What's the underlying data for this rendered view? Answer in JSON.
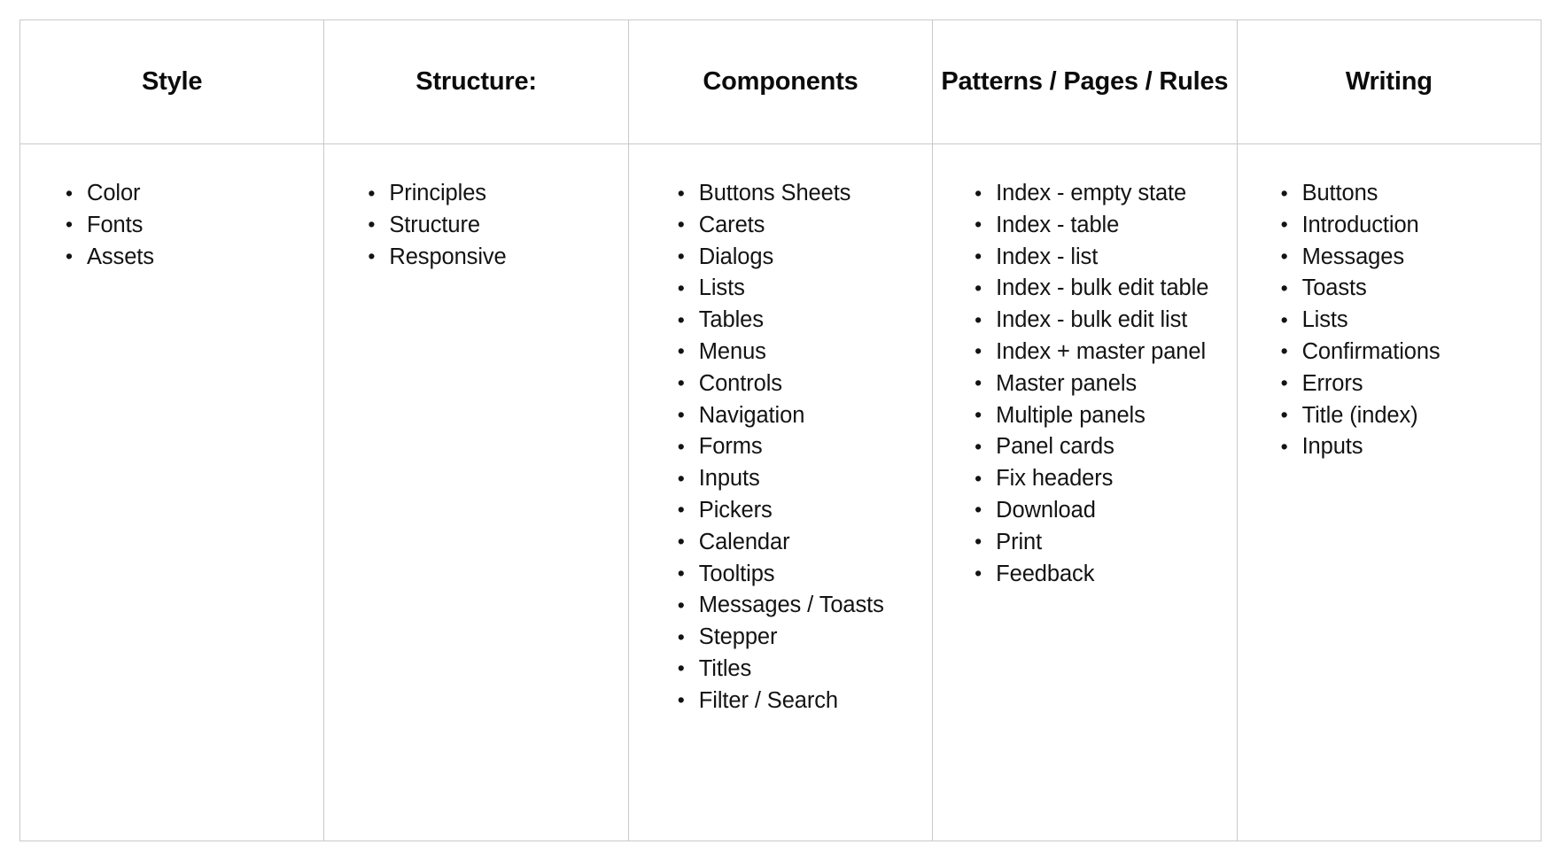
{
  "table": {
    "columns": [
      {
        "key": "style",
        "header": "Style",
        "items": [
          "Color",
          "Fonts",
          "Assets"
        ]
      },
      {
        "key": "structure",
        "header": "Structure:",
        "items": [
          "Principles",
          "Structure",
          "Responsive"
        ]
      },
      {
        "key": "components",
        "header": "Components",
        "items": [
          "Buttons Sheets",
          "Carets",
          "Dialogs",
          "Lists",
          "Tables",
          "Menus",
          "Controls",
          "Navigation",
          "Forms",
          "Inputs",
          "Pickers",
          "Calendar",
          "Tooltips",
          "Messages / Toasts",
          "Stepper",
          "Titles",
          "Filter / Search"
        ]
      },
      {
        "key": "patterns",
        "header": "Patterns / Pages / Rules",
        "items": [
          "Index - empty state",
          "Index - table",
          "Index - list",
          "Index - bulk edit table",
          "Index - bulk edit list",
          "Index + master panel",
          "Master panels",
          "Multiple panels",
          "Panel cards",
          "Fix headers",
          "Download",
          "Print",
          "Feedback"
        ]
      },
      {
        "key": "writing",
        "header": "Writing",
        "items": [
          "Buttons",
          "Introduction",
          "Messages",
          "Toasts",
          "Lists",
          "Confirmations",
          "Errors",
          "Title (index)",
          "Inputs"
        ]
      }
    ]
  },
  "colors": {
    "border": "#c9c9c9",
    "text": "#131313",
    "header_text": "#0b0b0b",
    "background": "#ffffff"
  }
}
